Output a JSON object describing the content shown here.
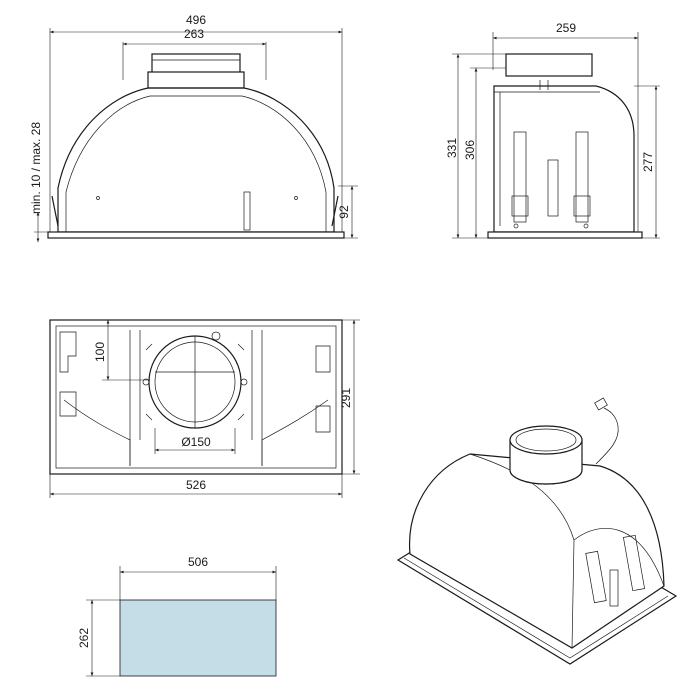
{
  "front_view": {
    "width_total": "496",
    "width_top": "263",
    "height_left": "min. 10 / max. 28",
    "height_right": "92"
  },
  "side_view": {
    "width": "259",
    "height_a": "331",
    "height_b": "306",
    "height_c": "277"
  },
  "top_view": {
    "depth": "100",
    "length": "526",
    "width": "291",
    "duct_diameter": "Ø150"
  },
  "cutout": {
    "width": "506",
    "height": "262",
    "fill_color": "#c5dde6"
  }
}
